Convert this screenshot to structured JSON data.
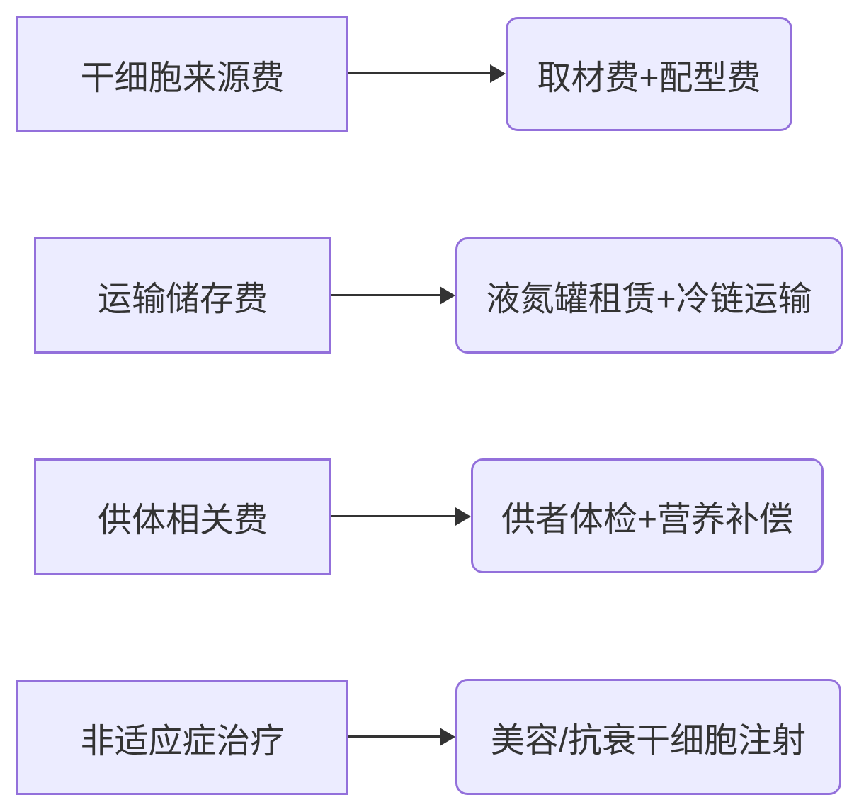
{
  "diagram": {
    "type": "flowchart-left-to-right",
    "colors": {
      "node_fill": "#ECECFF",
      "node_border": "#9370DB",
      "connector": "#333333",
      "text": "#333333",
      "background": "#FFFFFF"
    },
    "rows": [
      {
        "left": {
          "label": "干细胞来源费",
          "shape": "rectangle"
        },
        "right": {
          "label": "取材费+配型费",
          "shape": "rounded-rectangle"
        }
      },
      {
        "left": {
          "label": "运输储存费",
          "shape": "rectangle"
        },
        "right": {
          "label": "液氮罐租赁+冷链运输",
          "shape": "rounded-rectangle"
        }
      },
      {
        "left": {
          "label": "供体相关费",
          "shape": "rectangle"
        },
        "right": {
          "label": "供者体检+营养补偿",
          "shape": "rounded-rectangle"
        }
      },
      {
        "left": {
          "label": "非适应症治疗",
          "shape": "rectangle"
        },
        "right": {
          "label": "美容/抗衰干细胞注射",
          "shape": "rounded-rectangle"
        }
      }
    ]
  }
}
